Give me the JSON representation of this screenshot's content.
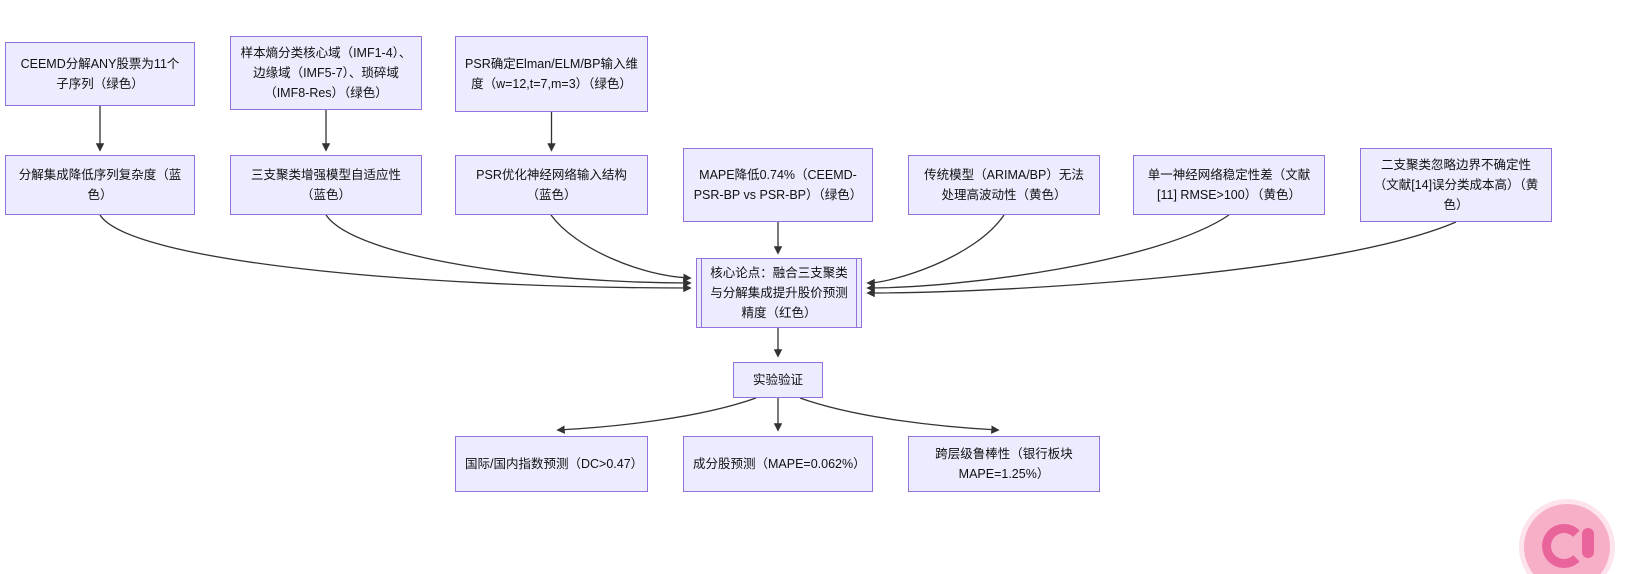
{
  "diagram": {
    "top_nodes": [
      "CEEMD分解ANY股票为11个子序列（绿色）",
      "样本熵分类核心域（IMF1-4）、边缘域（IMF5-7）、琐碎域（IMF8-Res）（绿色）",
      "PSR确定Elman/ELM/BP输入维度（w=12,t=7,m=3）（绿色）"
    ],
    "mid_nodes": [
      "分解集成降低序列复杂度（蓝色）",
      "三支聚类增强模型自适应性（蓝色）",
      "PSR优化神经网络输入结构（蓝色）",
      "MAPE降低0.74%（CEEMD-PSR-BP vs PSR-BP）（绿色）",
      "传统模型（ARIMA/BP）无法处理高波动性（黄色）",
      "单一神经网络稳定性差（文献[11] RMSE>100）（黄色）",
      "二支聚类忽略边界不确定性（文献[14]误分类成本高）（黄色）"
    ],
    "core_node": "核心论点：融合三支聚类与分解集成提升股价预测精度（红色）",
    "validation_node": "实验验证",
    "result_nodes": [
      "国际/国内指数预测（DC>0.47）",
      "成分股预测（MAPE=0.062%）",
      "跨层级鲁棒性（银行板块 MAPE=1.25%）"
    ]
  },
  "icons": {
    "watermark": "pink-badge-logo"
  },
  "colors": {
    "node_fill": "#ECECFF",
    "node_border": "#9370DB",
    "edge": "#333333",
    "watermark": "#F7AFC8"
  }
}
